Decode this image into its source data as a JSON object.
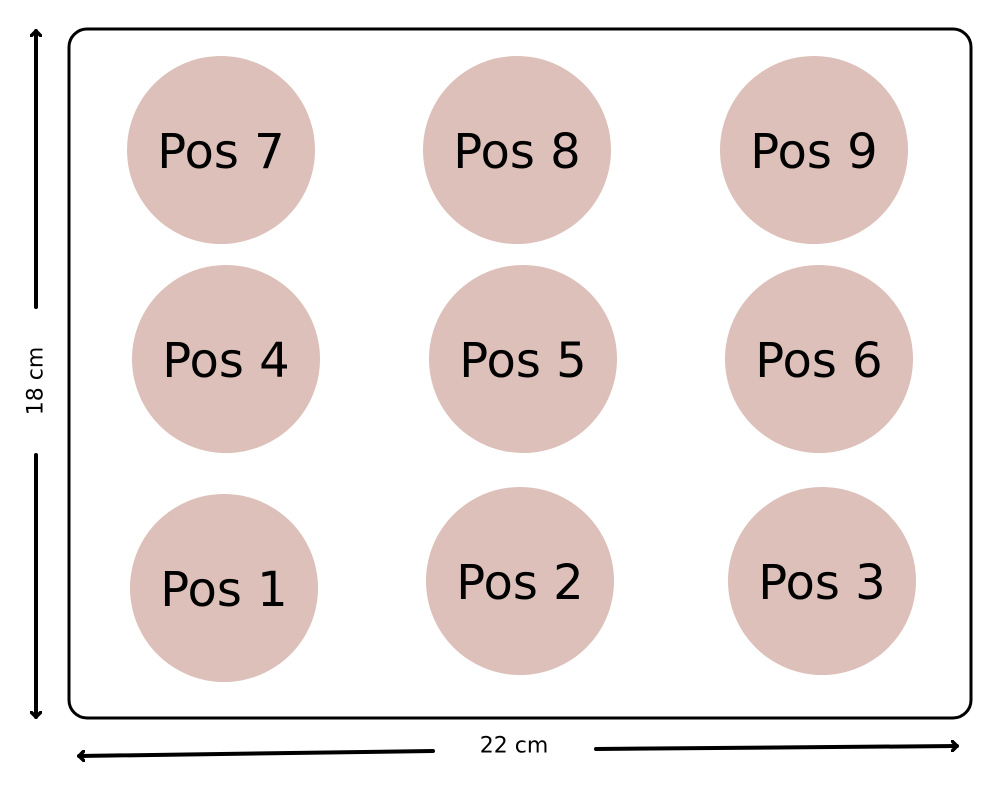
{
  "colors": {
    "background": "#ffffff",
    "board_outline": "#000000",
    "position_fill": "#dcc0b9",
    "text": "#000000",
    "arrow": "#000000"
  },
  "dimensions": {
    "width_label": "22 cm",
    "height_label": "18 cm"
  },
  "positions": [
    {
      "id": "pos-7",
      "label": "Pos 7"
    },
    {
      "id": "pos-8",
      "label": "Pos 8"
    },
    {
      "id": "pos-9",
      "label": "Pos 9"
    },
    {
      "id": "pos-4",
      "label": "Pos 4"
    },
    {
      "id": "pos-5",
      "label": "Pos 5"
    },
    {
      "id": "pos-6",
      "label": "Pos 6"
    },
    {
      "id": "pos-1",
      "label": "Pos 1"
    },
    {
      "id": "pos-2",
      "label": "Pos 2"
    },
    {
      "id": "pos-3",
      "label": "Pos 3"
    }
  ]
}
